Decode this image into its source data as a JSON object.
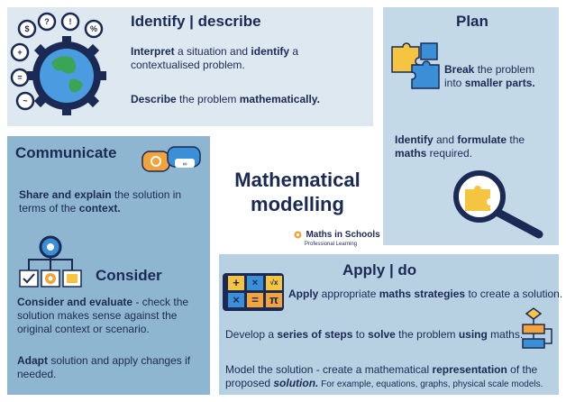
{
  "center": {
    "title_line1": "Mathematical",
    "title_line2": "modelling",
    "logo_name": "Maths in Schools",
    "logo_sub": "Professional Learning"
  },
  "identify": {
    "title": "Identify | describe",
    "line1_a": "Interpret",
    "line1_b": " a situation and ",
    "line1_c": "identify",
    "line1_d": " a contextualised problem.",
    "line2_a": "Describe",
    "line2_b": " the problem ",
    "line2_c": "mathematically."
  },
  "plan": {
    "title": "Plan",
    "line1_a": "Break",
    "line1_b": " the problem into ",
    "line1_c": "smaller parts.",
    "line2_a": "Identify",
    "line2_b": " and ",
    "line2_c": "formulate",
    "line2_d": " the ",
    "line2_e": "maths",
    "line2_f": " required."
  },
  "communicate": {
    "title": "Communicate",
    "line1_a": "Share and explain",
    "line1_b": " the solution in terms of the ",
    "line1_c": "context."
  },
  "consider": {
    "title": "Consider",
    "line1_a": "Consider and evaluate",
    "line1_b": " - check the solution makes sense against the original context or scenario.",
    "line2_a": "Adapt",
    "line2_b": " solution and apply changes if needed."
  },
  "apply": {
    "title": "Apply | do",
    "line1_a": "Apply",
    "line1_b": " appropriate ",
    "line1_c": "maths strategies",
    "line1_d": " to create a solution.",
    "line2_a": "Develop a ",
    "line2_b": "series of steps",
    "line2_c": " to ",
    "line2_d": "solve",
    "line2_e": " the problem ",
    "line2_f": "using",
    "line2_g": " maths.",
    "line3_a": "Model the solution - create a mathematical ",
    "line3_b": "representation",
    "line3_c": " of the proposed ",
    "line3_d": "solution.",
    "line3_e": " For example, equations, graphs, physical scale models."
  },
  "icons": {
    "calc_plus": "+",
    "calc_mult": "×",
    "calc_sqrt": "√x",
    "calc_times": "×",
    "calc_eq": "=",
    "calc_pi": "π"
  },
  "colors": {
    "navy": "#1b2a55",
    "identify_bg": "#dde8f1",
    "plan_bg": "#c4d9e8",
    "communicate_bg": "#8fb6d1",
    "apply_bg": "#b7d0e2",
    "accent_orange": "#f2a33a",
    "accent_yellow": "#f5c542",
    "accent_blue": "#3a8fd6"
  }
}
